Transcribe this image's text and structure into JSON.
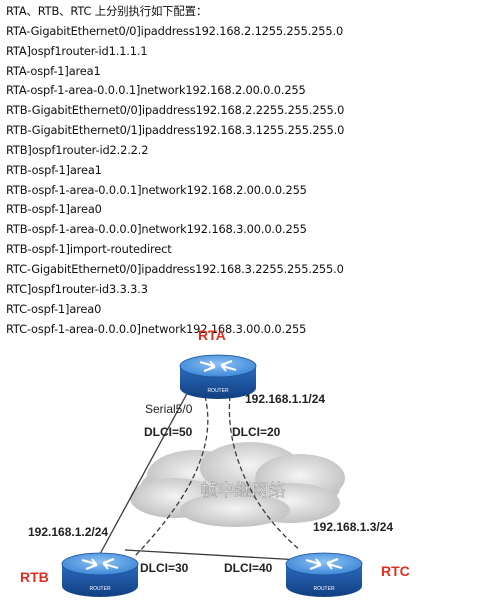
{
  "config": {
    "lines": [
      "RTA、RTB、RTC 上分别执行如下配置：",
      "RTA-GigabitEthernet0/0]ipaddress192.168.2.1255.255.255.0",
      "RTA]ospf1router-id1.1.1.1",
      "RTA-ospf-1]area1",
      "RTA-ospf-1-area-0.0.0.1]network192.168.2.00.0.0.255",
      "RTB-GigabitEthernet0/0]ipaddress192.168.2.2255.255.255.0",
      "RTB-GigabitEthernet0/1]ipaddress192.168.3.1255.255.255.0",
      "RTB]ospf1router-id2.2.2.2",
      "RTB-ospf-1]area1",
      "RTB-ospf-1-area-0.0.0.1]network192.168.2.00.0.0.255",
      "RTB-ospf-1]area0",
      "RTB-ospf-1-area-0.0.0.0]network192.168.3.00.0.0.255",
      "RTB-ospf-1]import-routedirect",
      "RTC-GigabitEthernet0/0]ipaddress192.168.3.2255.255.255.0",
      "RTC]ospf1router-id3.3.3.3",
      "RTC-ospf-1]area0",
      "RTC-ospf-1-area-0.0.0.0]network192.168.3.00.0.0.255"
    ]
  },
  "diagram": {
    "cloud_label": "帧中继网络",
    "router_badge": "ROUTER",
    "rta": {
      "name": "RTA",
      "ip": "192.168.1.1/24",
      "interface": "Serial5/0",
      "dlci_left": "DLCI=50",
      "dlci_right": "DLCI=20"
    },
    "rtb": {
      "name": "RTB",
      "ip": "192.168.1.2/24",
      "dlci": "DLCI=30"
    },
    "rtc": {
      "name": "RTC",
      "ip": "192.168.1.3/24",
      "dlci": "DLCI=40"
    },
    "colors": {
      "router_name": "#e0301e",
      "router_body": "#1f5fb0",
      "router_top": "#5aa0e8",
      "cloud": "#d4d4d4",
      "link": "#444444"
    }
  }
}
